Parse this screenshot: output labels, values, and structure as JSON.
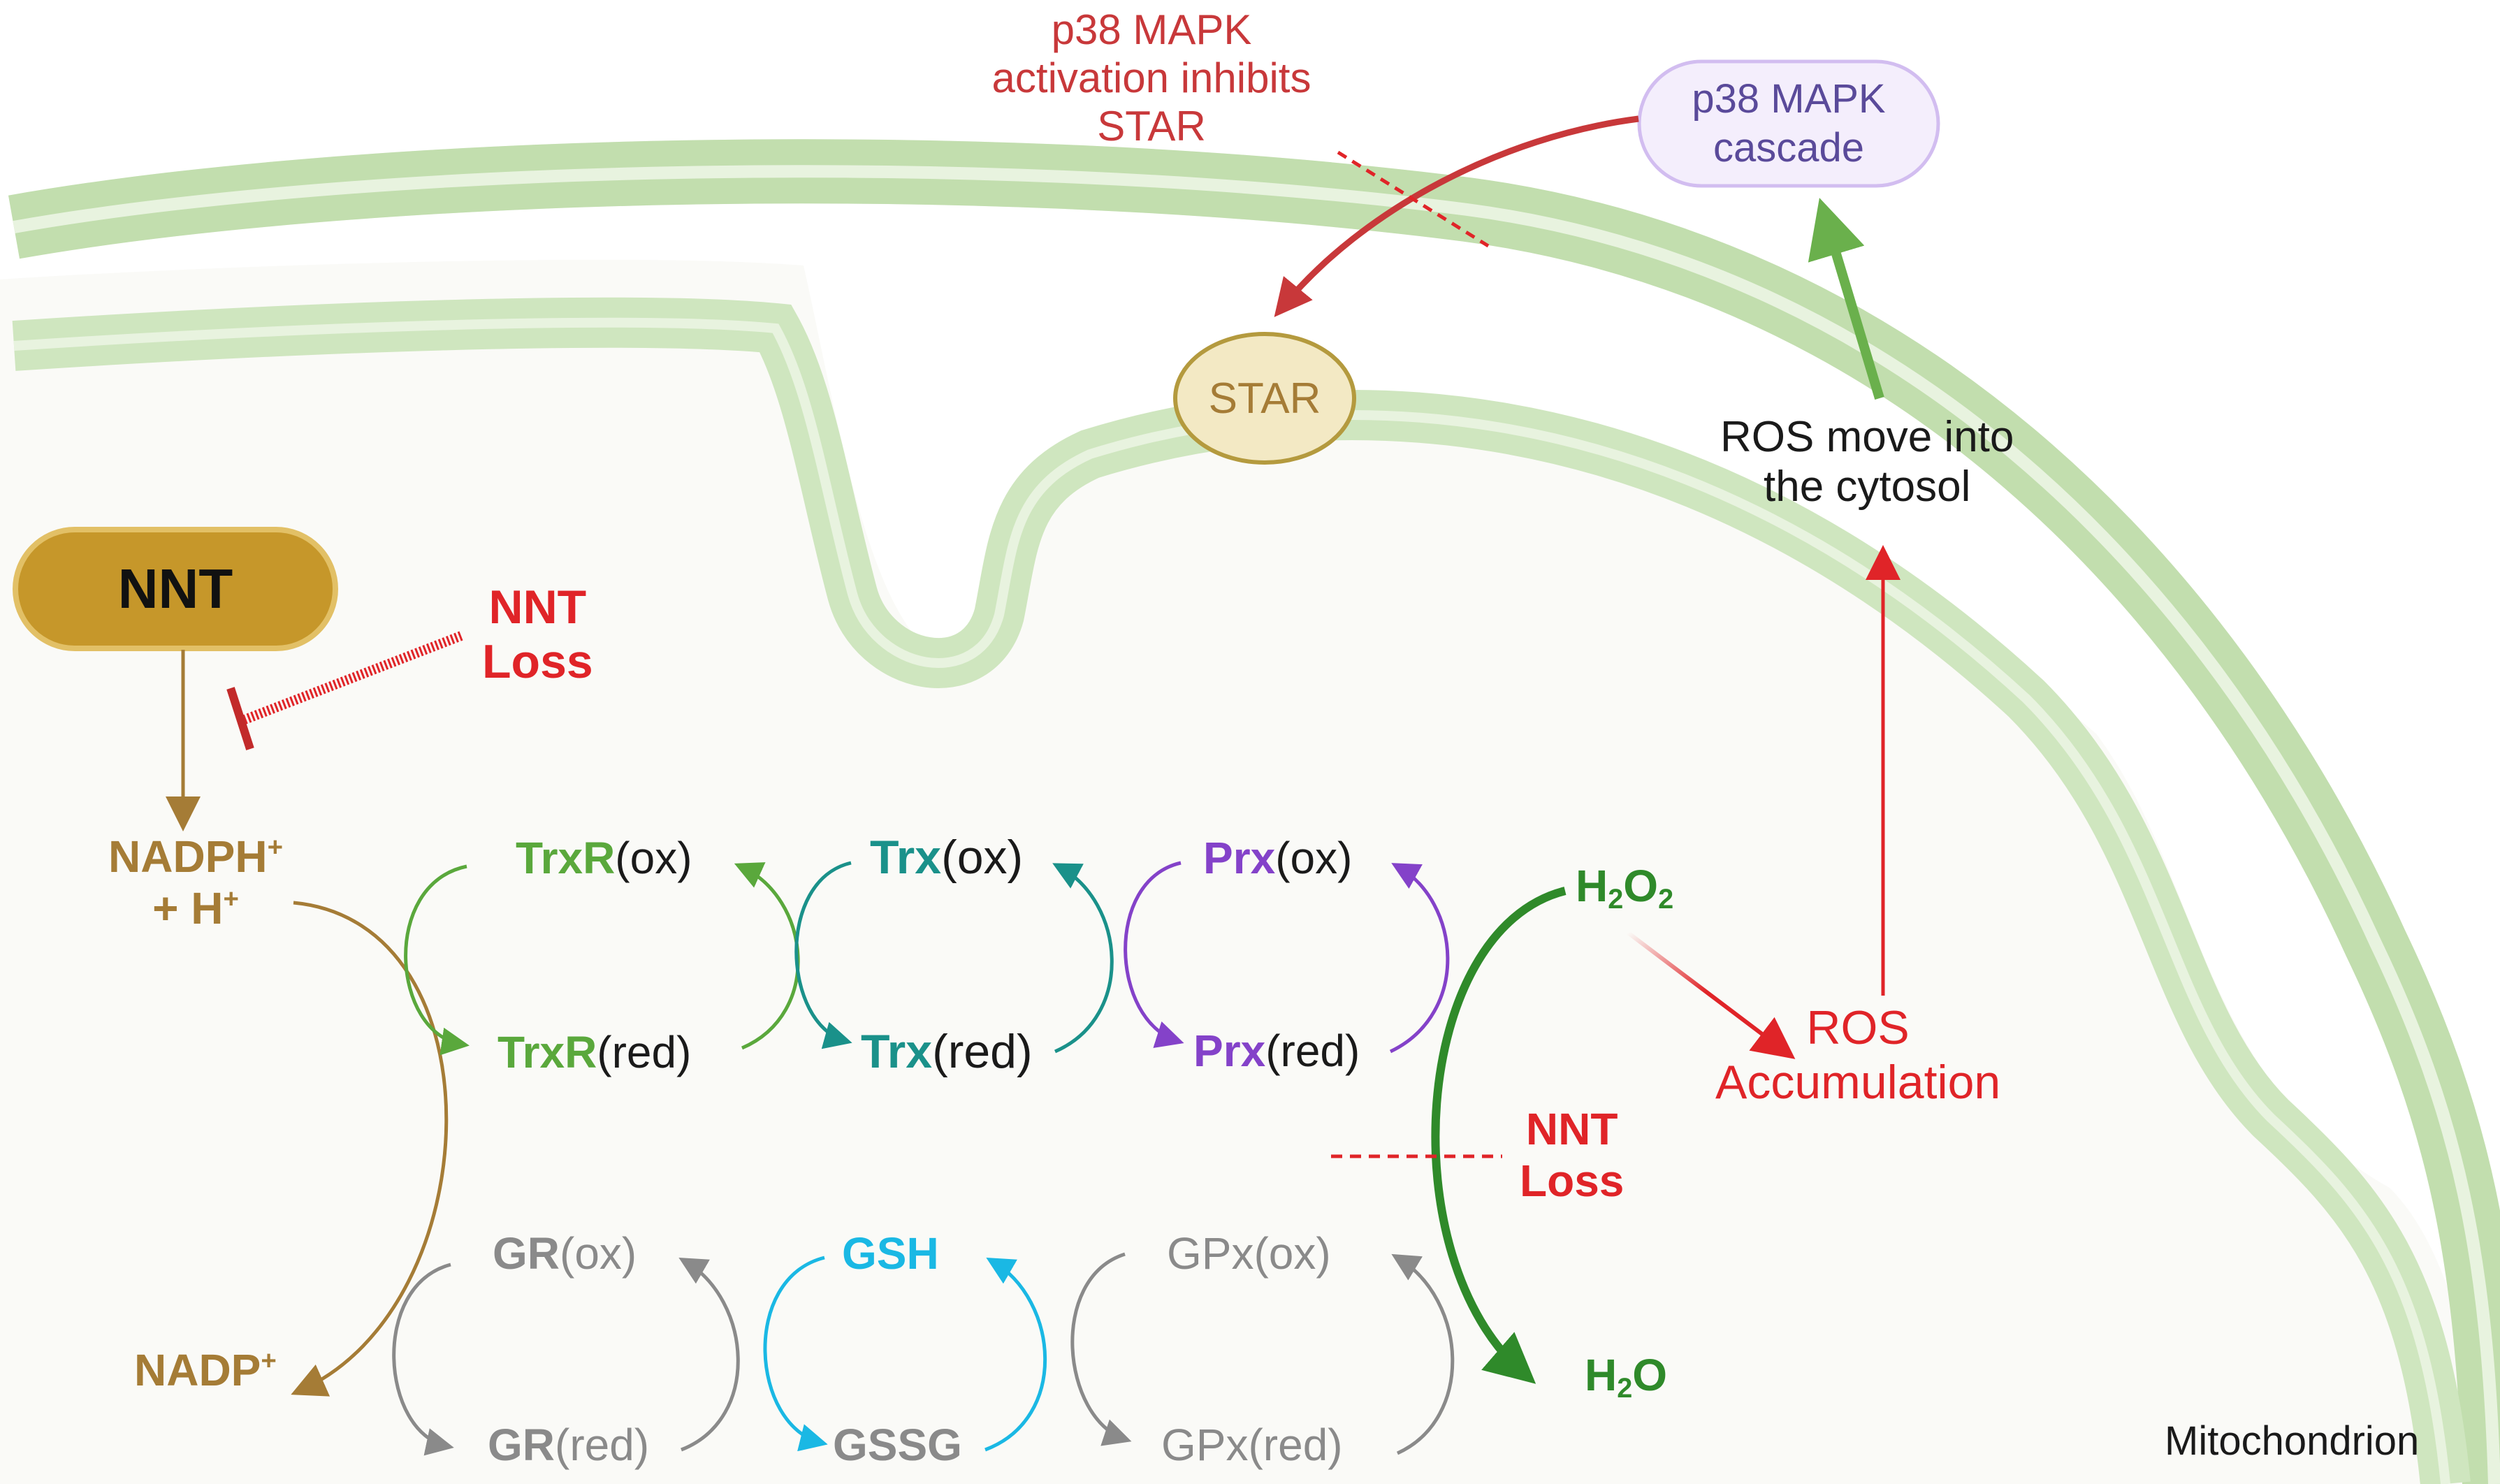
{
  "colors": {
    "membrane": "#cfe6bf",
    "membrane_dark": "#a9cf8f",
    "nnt": "#c6972a",
    "brown": "#a57c36",
    "red": "#e02428",
    "green": "#5aa83c",
    "teal": "#1a918a",
    "purple": "#8442c9",
    "grey": "#8a8a8a",
    "blue": "#1ab8e4",
    "dark_green": "#2f8a2a",
    "p38": "#f4eefc"
  },
  "nodes": {
    "nnt": "NNT",
    "nnt_loss_top": {
      "line1": "NNT",
      "line2": "Loss"
    },
    "nnt_loss_mid": {
      "line1": "NNT",
      "line2": "Loss"
    },
    "nadph": {
      "line1": "NADPH",
      "line1_sup": "+",
      "line2": "+ H",
      "line2_sup": "+"
    },
    "nadp": {
      "text": "NADP",
      "sup": "+"
    },
    "trxr_ox": {
      "bold": "TrxR",
      "rest": "(ox)"
    },
    "trxr_red": {
      "bold": "TrxR",
      "rest": "(red)"
    },
    "trx_ox": {
      "bold": "Trx",
      "rest": "(ox)"
    },
    "trx_red": {
      "bold": "Trx",
      "rest": "(red)"
    },
    "prx_ox": {
      "bold": "Prx",
      "rest": "(ox)"
    },
    "prx_red": {
      "bold": "Prx",
      "rest": "(red)"
    },
    "gr_ox": {
      "bold": "GR",
      "rest": "(ox)"
    },
    "gr_red": {
      "bold": "GR",
      "rest": "(red)"
    },
    "gsh": "GSH",
    "gssg": "GSSG",
    "gpx_ox": "GPx(ox)",
    "gpx_red": "GPx(red)",
    "h2o2": {
      "a": "H",
      "sub1": "2",
      "b": "O",
      "sub2": "2"
    },
    "h2o": {
      "a": "H",
      "sub1": "2",
      "b": "O"
    },
    "ros_accumulation": {
      "line1": "ROS",
      "line2": "Accumulation"
    },
    "ros_move": {
      "line1": "ROS move into",
      "line2": "the cytosol"
    },
    "p38_cascade": {
      "line1": "p38 MAPK",
      "line2": "cascade"
    },
    "p38_inhibits": {
      "line1": "p38 MAPK",
      "line2": "activation inhibits",
      "line3": "STAR"
    },
    "star": "STAR",
    "mitochondrion": "Mitochondrion"
  }
}
